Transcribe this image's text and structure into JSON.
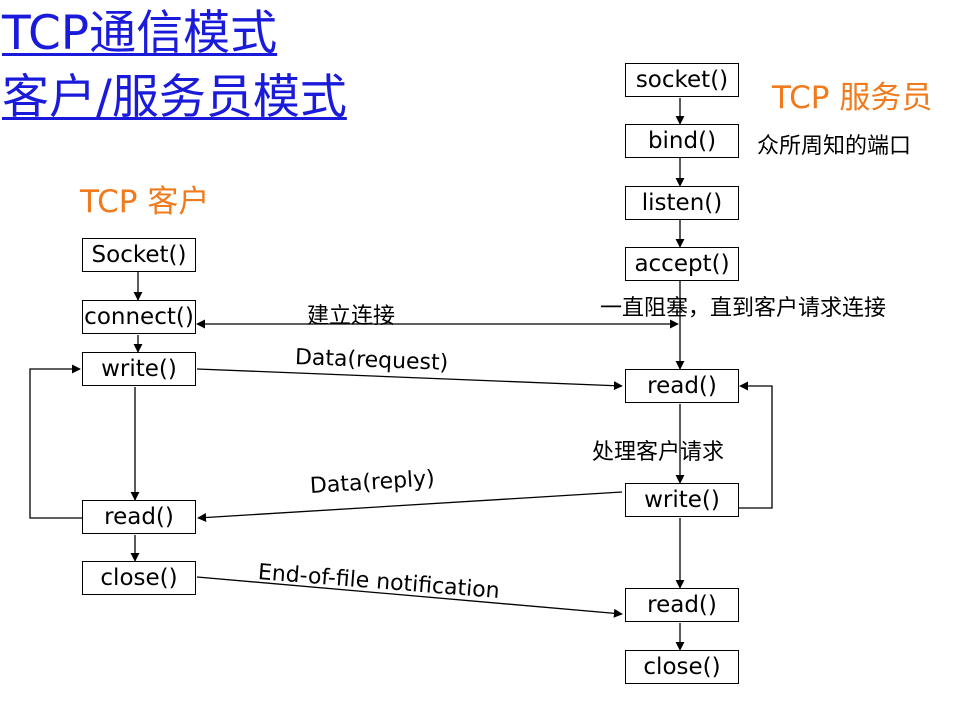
{
  "title": {
    "line1": "TCP通信模式",
    "line2": "客户/服务员模式"
  },
  "server": {
    "heading": "TCP 服务员",
    "socket": "socket()",
    "bind": "bind()",
    "listen": "listen()",
    "accept": "accept()",
    "read1": "read()",
    "write": "write()",
    "read2": "read()",
    "close": "close()",
    "bind_note": "众所周知的端口",
    "accept_note": "一直阻塞，直到客户请求连接",
    "process_note": "处理客户请求"
  },
  "client": {
    "heading": "TCP 客户",
    "socket": "Socket()",
    "connect": "connect()",
    "write": "write()",
    "read": "read()",
    "close": "close()"
  },
  "messages": {
    "connect": "建立连接",
    "request": "Data(request)",
    "reply": "Data(reply)",
    "eof": "End-of-file notification"
  }
}
